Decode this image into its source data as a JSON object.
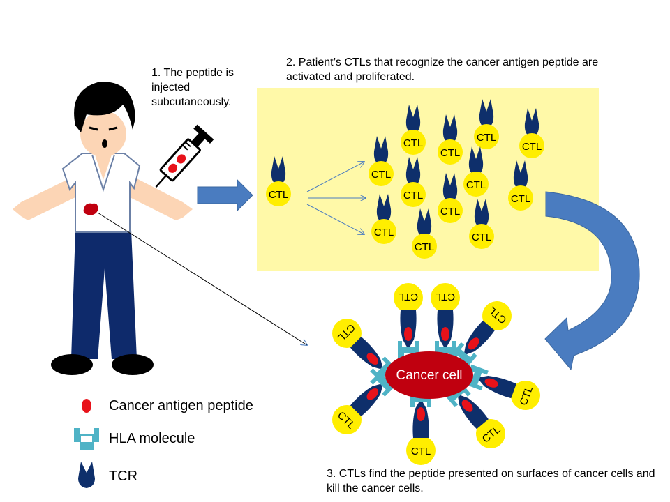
{
  "steps": {
    "step1": "1. The peptide is injected subcutaneously.",
    "step2": "2. Patient’s CTLs that recognize the cancer antigen peptide are activated and proliferated.",
    "step3": "3. CTLs find the peptide presented on surfaces of cancer cells and kill the cancer cells."
  },
  "cell_label": "CTL",
  "cancer_cell_label": "Cancer cell",
  "legend": {
    "peptide": "Cancer antigen peptide",
    "hla": "HLA molecule",
    "tcr": "TCR"
  },
  "colors": {
    "ctl_fill": "#ffee00",
    "panel_fill": "#fff9a8",
    "tcr": "#0e2f6b",
    "hla": "#4fb3c6",
    "peptide": "#e8121a",
    "cancer_cell": "#c0000f",
    "arrow": "#4a7cc0"
  }
}
